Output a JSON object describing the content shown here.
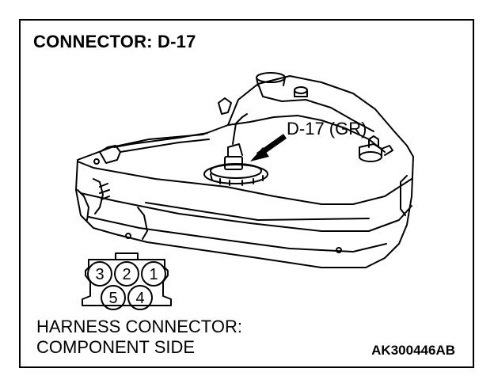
{
  "title": "CONNECTOR: D-17",
  "callout_label": "D-17 (GR)",
  "harness_line1": "HARNESS CONNECTOR:",
  "harness_line2": "COMPONENT SIDE",
  "figure_code": "AK300446AB",
  "connector_pins": {
    "top_row": [
      "3",
      "2",
      "1"
    ],
    "bottom_row": [
      "5",
      "4"
    ]
  },
  "icons": [
    "fuel-tank-illustration",
    "pointer-arrow",
    "connector-face"
  ]
}
